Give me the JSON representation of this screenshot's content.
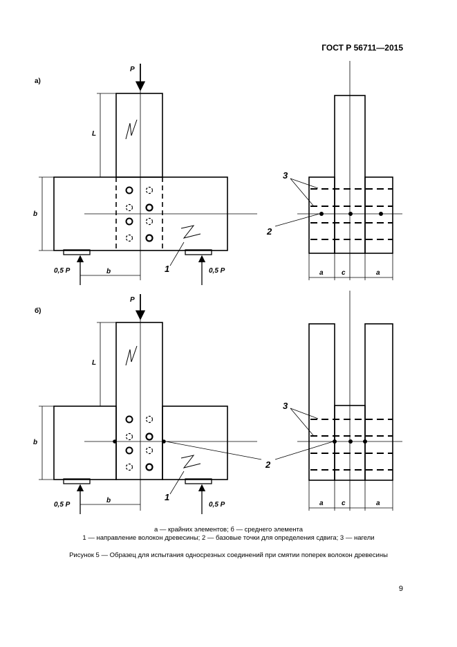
{
  "header": {
    "standard": "ГОСТ Р 56711—2015"
  },
  "figure": {
    "panel_a": "а)",
    "panel_b": "б)",
    "load": "P",
    "half_load": "0,5 P",
    "len_L": "L",
    "dim_b": "b",
    "dim_a": "a",
    "dim_c": "c",
    "ref1": "1",
    "ref2": "2",
    "ref3": "3"
  },
  "caption": {
    "line1": "а — крайних элементов; б — среднего элемента",
    "line2": "1 — направление волокон древесины; 2 — базовые точки для определения сдвига; 3 — нагели",
    "title": "Рисунок 5 — Образец для испытания односрезных соединений при смятии поперек волокон древесины"
  },
  "page": {
    "number": "9"
  }
}
